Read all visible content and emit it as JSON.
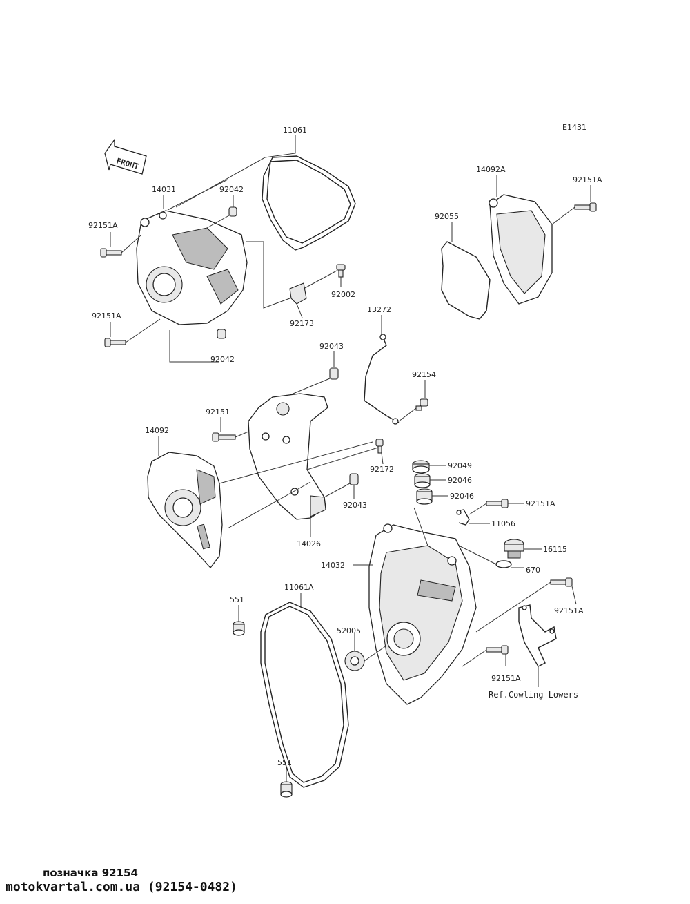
{
  "diagram_code": "E1431",
  "front_arrow_label": "FRONT",
  "part_labels": {
    "p11061": "11061",
    "p14031": "14031",
    "p92042_top": "92042",
    "p92151A_a": "92151A",
    "p92151A_b": "92151A",
    "p92002": "92002",
    "p92173": "92173",
    "p92042_bottom": "92042",
    "p14092A": "14092A",
    "p92151A_c": "92151A",
    "p92055": "92055",
    "p13272": "13272",
    "p92043_top": "92043",
    "p92154": "92154",
    "p92151": "92151",
    "p14092": "14092",
    "p92172": "92172",
    "p92043_bottom": "92043",
    "p14026": "14026",
    "p92049": "92049",
    "p92046_a": "92046",
    "p92046_b": "92046",
    "p92151A_d": "92151A",
    "p11056": "11056",
    "p16115": "16115",
    "p14032": "14032",
    "p670": "670",
    "p551_top": "551",
    "p11061A": "11061A",
    "p52005": "52005",
    "p92151A_e": "92151A",
    "p92151A_f": "92151A",
    "ref_cowling": "Ref.Cowling Lowers",
    "p551_bottom": "551"
  },
  "footer": {
    "line1": "позначка 92154",
    "line2": "motokvartal.com.ua (92154-0482)"
  }
}
